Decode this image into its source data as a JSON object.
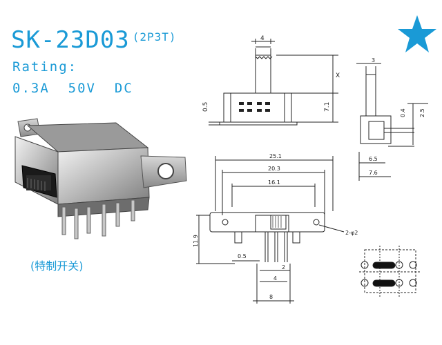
{
  "header": {
    "model": "SK-23D03",
    "variant": "(2P3T)",
    "rating_label": "Rating:",
    "spec": "0.3A  50V  DC"
  },
  "caption": "(特制开关)",
  "colors": {
    "accent": "#1a9ad6",
    "line": "#222222"
  },
  "icons": {
    "star": "star-icon"
  },
  "dimensions": {
    "dim_4_top": "4",
    "dim_x": "X",
    "dim_7_1": "7.1",
    "dim_0_5_side": "0.5",
    "dim_3": "3",
    "dim_0_4": "0.4",
    "dim_2_5": "2.5",
    "dim_6_5": "6.5",
    "dim_7_6": "7.6",
    "dim_25_1": "25.1",
    "dim_20_3": "20.3",
    "dim_16_1": "16.1",
    "dim_11_9": "11.9",
    "dim_hole": "2-φ2",
    "dim_0_5_bottom": "0.5",
    "dim_2_bottom": "2",
    "dim_4_bottom": "4",
    "dim_8": "8"
  }
}
